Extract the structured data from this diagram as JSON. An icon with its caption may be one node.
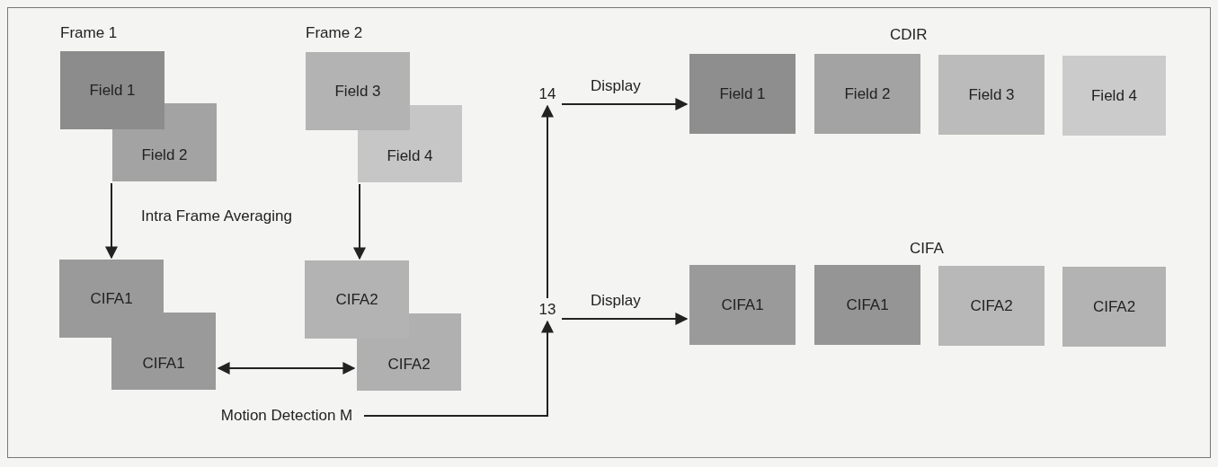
{
  "diagram": {
    "nodes": [
      {
        "text": [
          "Field 1"
        ]
      },
      {
        "text": [
          "Field 2"
        ]
      },
      {
        "text": [
          "Field 3"
        ]
      },
      {
        "text": [
          "Field 4"
        ]
      },
      {
        "text": [
          "CIFA1"
        ]
      },
      {
        "text": [
          "CIFA1"
        ]
      },
      {
        "text": [
          "CIFA2"
        ]
      },
      {
        "text": [
          "CIFA2"
        ]
      },
      {
        "text": [
          "Motion Detection M"
        ]
      },
      {
        "text": [
          "14"
        ]
      },
      {
        "text": [
          "13"
        ]
      },
      {
        "text": [
          "Field 1"
        ]
      },
      {
        "text": [
          "Field 2"
        ]
      },
      {
        "text": [
          "Field 3"
        ]
      },
      {
        "text": [
          "Field 4"
        ]
      },
      {
        "text": [
          "CIFA1"
        ]
      },
      {
        "text": [
          "CIFA1"
        ]
      },
      {
        "text": [
          "CIFA2"
        ]
      },
      {
        "text": [
          "CIFA2"
        ]
      }
    ],
    "edges": [
      {
        "from": 1,
        "to": 4,
        "arrow": "to"
      },
      {
        "from": 3,
        "to": 6,
        "arrow": "to"
      },
      {
        "from": 5,
        "to": 7,
        "arrow": "both"
      },
      {
        "from": 8,
        "to": 10,
        "arrow": "to"
      },
      {
        "from": 10,
        "to": 9,
        "arrow": "to"
      },
      {
        "from": 9,
        "to": 11,
        "arrow": "to",
        "label": "Display"
      },
      {
        "from": 10,
        "to": 15,
        "arrow": "to",
        "label": "Display"
      }
    ],
    "labels": [
      "Frame 1",
      "Frame 2",
      "Intra Frame Averaging",
      "CDIR",
      "CIFA"
    ]
  }
}
